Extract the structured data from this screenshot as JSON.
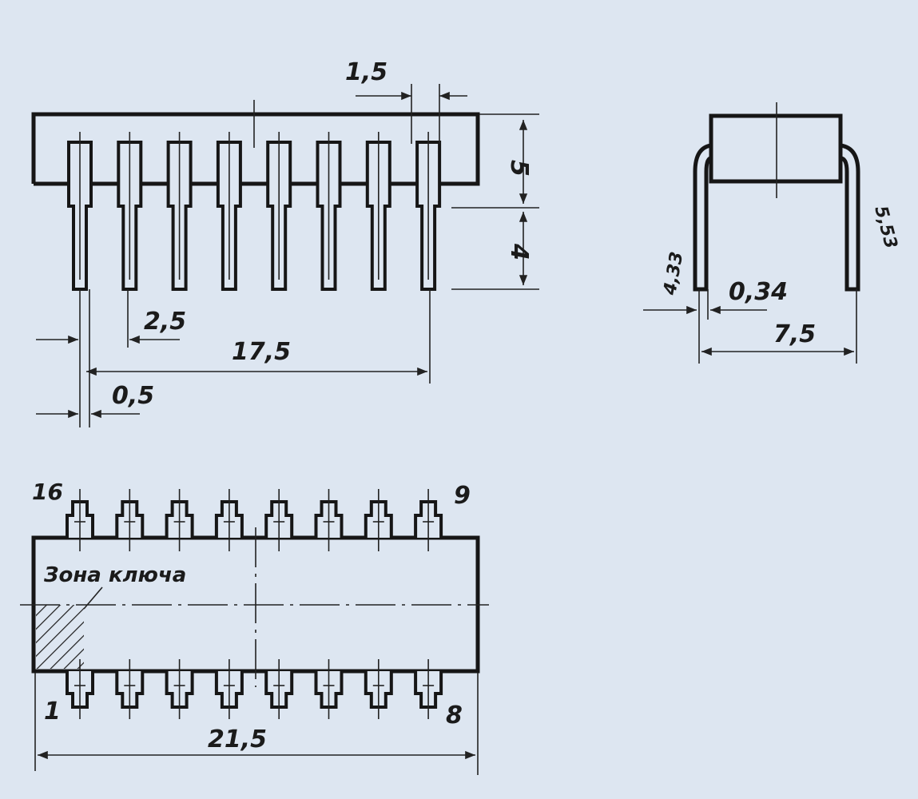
{
  "dimensions": {
    "pitch_top": "1,5",
    "body_height": "5",
    "lead_length": "4",
    "pin_pitch": "2,5",
    "pin_span": "17,5",
    "lead_width": "0,5",
    "lead_thickness": "0,34",
    "row_spacing": "7,5",
    "lead_bend_left": "4,33",
    "lead_bend_right": "5,53",
    "body_length": "21,5"
  },
  "pin_labels": {
    "top_left": "16",
    "top_right": "9",
    "bottom_left": "1",
    "bottom_right": "8"
  },
  "key_zone_label": "Зона ключа",
  "pin_count_per_side": 8,
  "colors": {
    "background": "#dde6f1",
    "ink": "#161616"
  }
}
